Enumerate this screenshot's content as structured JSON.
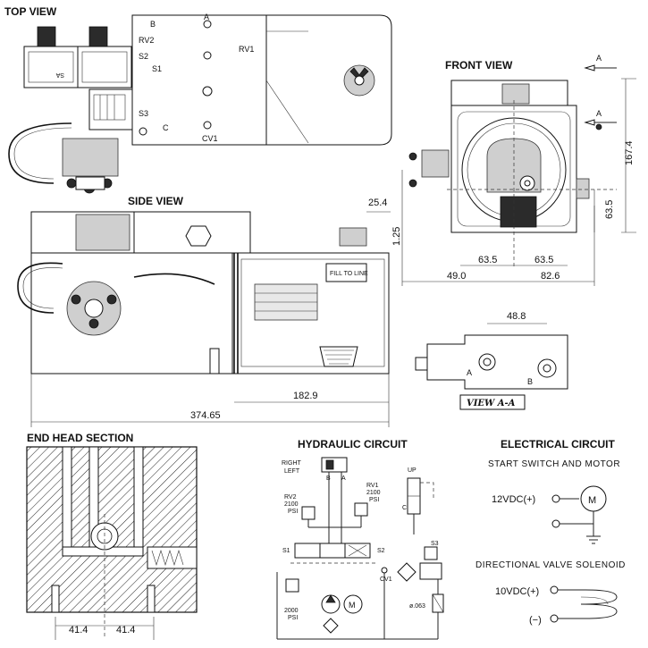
{
  "views": {
    "top": "TOP VIEW",
    "front": "FRONT VIEW",
    "side": "SIDE VIEW",
    "end_head": "END HEAD SECTION",
    "hydraulic": "HYDRAULIC CIRCUIT",
    "electrical": "ELECTRICAL CIRCUIT",
    "view_aa": "VIEW A-A"
  },
  "top_view_labels": {
    "rv2": "RV2",
    "rv1": "RV1",
    "s1": "S1",
    "s2": "S2",
    "s3": "S3",
    "cv1": "CV1",
    "b": "B",
    "a": "A",
    "c": "C"
  },
  "front_view_labels": {
    "section_a": "A",
    "section_a2": "A"
  },
  "dimensions": {
    "front_height": "167.4",
    "front_right_height": "63.5",
    "front_left_half": "63.5",
    "front_right_half": "63.5",
    "front_left_total": "49.0",
    "front_right_total": "82.6",
    "side_port": "25.4",
    "side_gap": "1.25",
    "side_tank_length": "182.9",
    "side_overall_length": "374.65",
    "view_aa_spacing": "48.8",
    "end_head_left": "41.4",
    "end_head_right": "41.4"
  },
  "side_view_labels": {
    "fill_to_line": "FILL TO LINE"
  },
  "view_aa_labels": {
    "port_a": "A",
    "port_b": "B"
  },
  "hydraulic_labels": {
    "right": "RIGHT",
    "left": "LEFT",
    "b": "B",
    "a": "A",
    "rv2": "RV2",
    "rv2_psi": "2100",
    "rv2_unit": "PSI",
    "rv1": "RV1",
    "rv1_psi": "2100",
    "rv1_unit": "PSI",
    "s1": "S1",
    "s2": "S2",
    "s3": "S3",
    "cv1": "CV1",
    "relief_psi": "2000",
    "relief_unit": "PSI",
    "motor": "M",
    "up": "UP",
    "c": "C",
    "orifice": "ø.063"
  },
  "electrical": {
    "start_title": "START SWITCH AND MOTOR",
    "start_voltage": "12VDC(+)",
    "motor": "M",
    "solenoid_title": "DIRECTIONAL VALVE SOLENOID",
    "sol_voltage": "10VDC(+)",
    "sol_negative": "(−)"
  }
}
